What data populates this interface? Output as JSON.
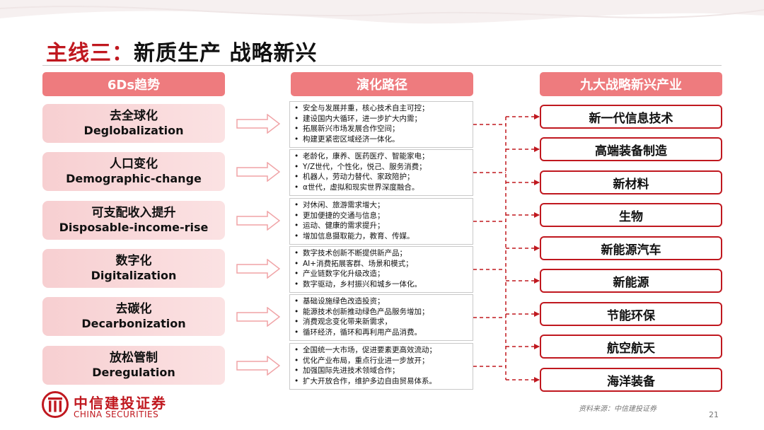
{
  "title": {
    "prefix": "主线三：",
    "main": "新质生产  战略新兴"
  },
  "headers": {
    "trends": "6Ds趋势",
    "paths": "演化路径",
    "industries": "九大战略新兴产业"
  },
  "trends": [
    {
      "zh": "去全球化",
      "en": "Deglobalization"
    },
    {
      "zh": "人口变化",
      "en": "Demographic-change"
    },
    {
      "zh": "可支配收入提升",
      "en": "Disposable-income-rise"
    },
    {
      "zh": "数字化",
      "en": "Digitalization"
    },
    {
      "zh": "去碳化",
      "en": "Decarbonization"
    },
    {
      "zh": "放松管制",
      "en": "Deregulation"
    }
  ],
  "paths": [
    [
      "安全与发展并重，核心技术自主可控；",
      "建设国内大循环，进一步扩大内需；",
      "拓展新兴市场发展合作空间；",
      "构建更紧密区域经济一体化。"
    ],
    [
      "老龄化，康养、医药医疗、智能家电；",
      "Y/Z世代，个性化，悦己、服务消费；",
      "机器人，劳动力替代、家政陪护；",
      "α世代，虚拟和现实世界深度融合。"
    ],
    [
      "对休闲、旅游需求增大；",
      "更加便捷的交通与信息；",
      "运动、健康的需求提升；",
      "增加信息摄取能力，教育、传媒。"
    ],
    [
      "数字技术创新不断提供新产品；",
      "AI+消费拓展客群、场景和模式；",
      "产业链数字化升级改造；",
      "数字驱动，乡村振兴和城乡一体化。"
    ],
    [
      "基础设施绿色改造投资；",
      "能源技术创新推动绿色产品服务增加；",
      "消费观念变化带来新需求，",
      "循环经济，循环和再利用产品消费。"
    ],
    [
      "全国统一大市场，促进要素更高效流动；",
      "优化产业布局，重点行业进一步放开；",
      "加强国际先进技术领域合作；",
      "扩大开放合作，维护多边自由贸易体系。"
    ]
  ],
  "industries": [
    "新一代信息技术",
    "高端装备制造",
    "新材料",
    "生物",
    "新能源汽车",
    "新能源",
    "节能环保",
    "航空航天",
    "海洋装备"
  ],
  "footer": {
    "logo_zh": "中信建投证券",
    "logo_en": "CHINA SECURITIES",
    "source": "资料来源：中信建投证券",
    "page": "21"
  },
  "colors": {
    "accent": "#c0181f",
    "header_fill": "#ee7b7e",
    "trend_fill": "#f7cfd1"
  }
}
